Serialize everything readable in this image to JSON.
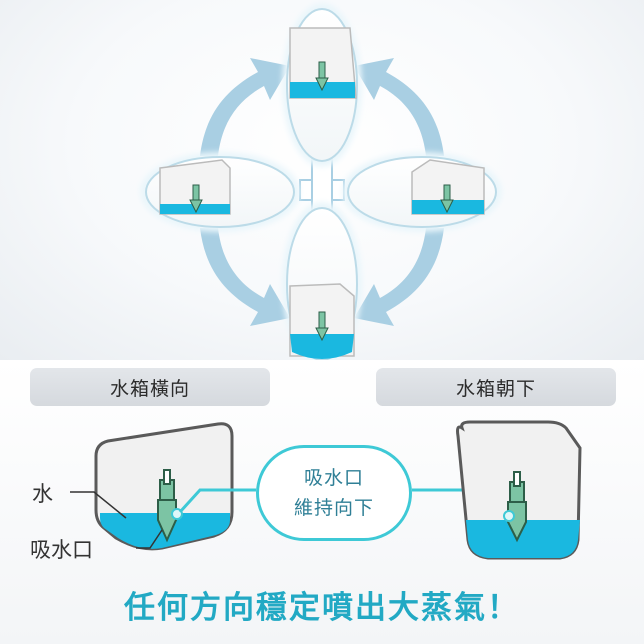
{
  "labels": {
    "horizontal": "水箱橫向",
    "downward": "水箱朝下"
  },
  "parts": {
    "water": "水",
    "intake": "吸水口"
  },
  "callout": {
    "line1": "吸水口",
    "line2": "維持向下"
  },
  "tagline": "任何方向穩定噴出大蒸氣！",
  "colors": {
    "water": "#1ab8e0",
    "arrow": "#a9cfe3",
    "accent": "#3ec9d6",
    "nozzle": "#7cc4a4",
    "tagline": "#22a9c4"
  }
}
